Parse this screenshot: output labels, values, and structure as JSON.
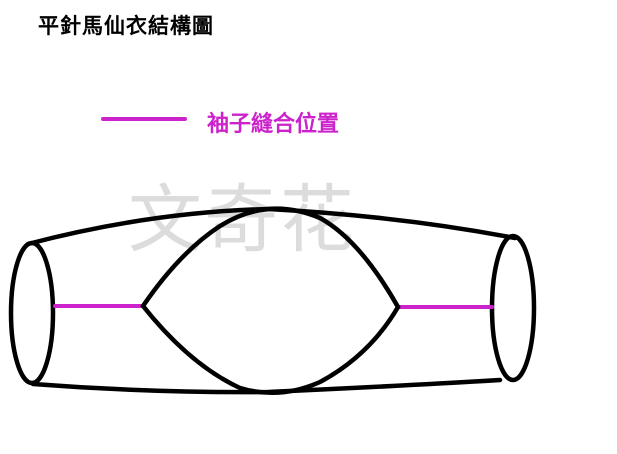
{
  "title": "平針馬仙衣結構圖",
  "legend": {
    "label": "袖子縫合位置",
    "color": "#cc22cc"
  },
  "watermark": "文奇花",
  "colors": {
    "outline": "#000000",
    "seam": "#cc22cc",
    "watermark": "#dcdcdc"
  }
}
